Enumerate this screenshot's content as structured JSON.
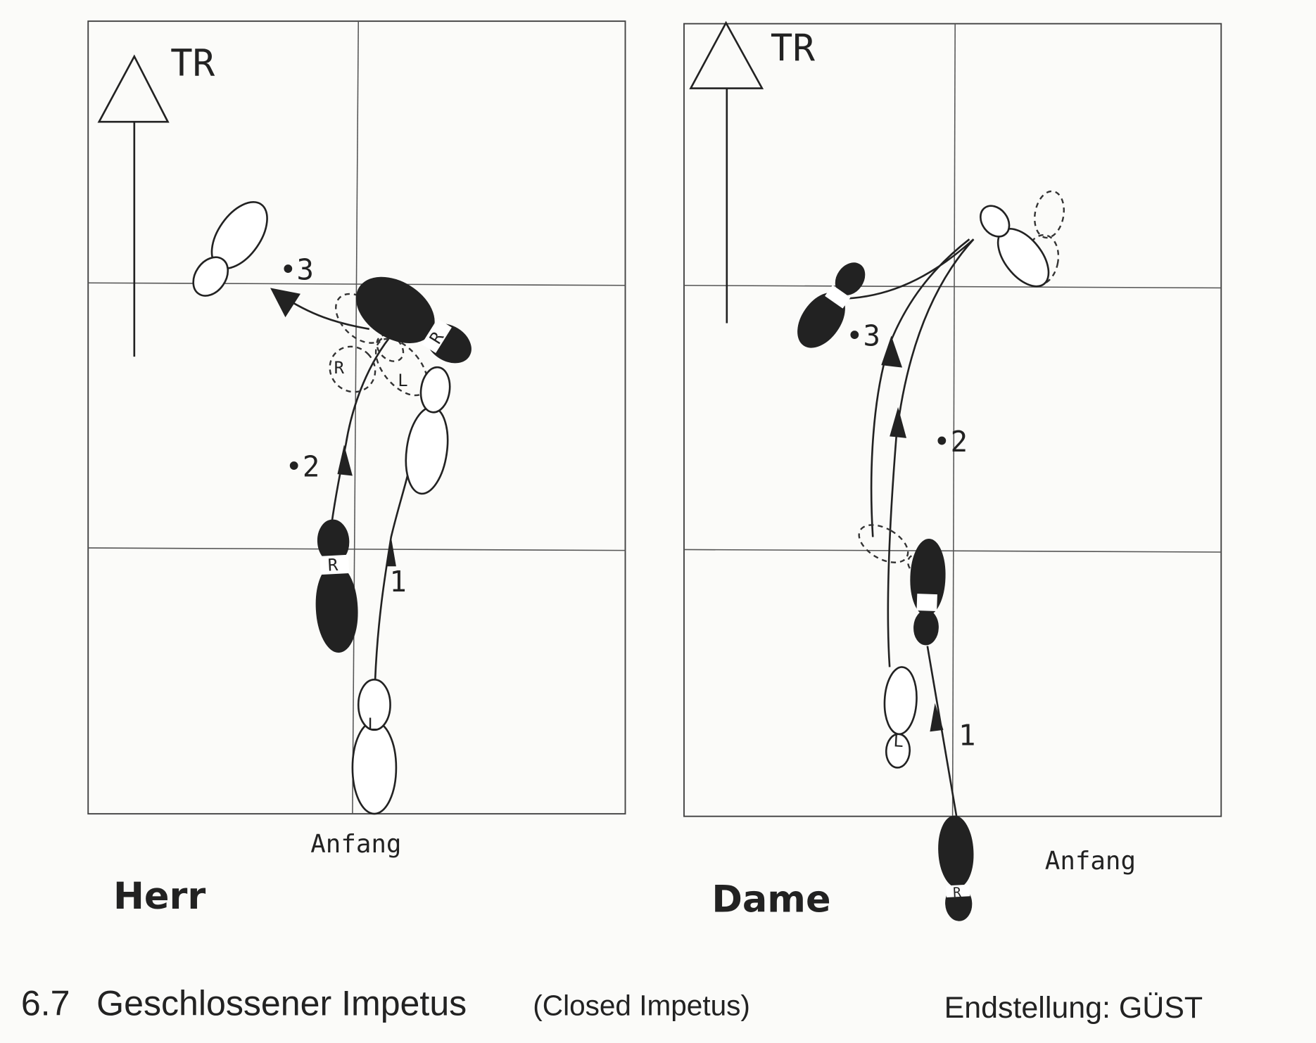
{
  "figure": {
    "caption_number": "6.7",
    "caption_title": "Geschlossener Impetus",
    "caption_subtitle": "(Closed Impetus)",
    "end_position": "Endstellung: GÜST"
  },
  "panels": [
    {
      "name": "Herr",
      "direction_label": "TR",
      "start_label": "Anfang",
      "steps": [
        "•3",
        "•2",
        "1"
      ],
      "foot_labels": [
        "L",
        "R",
        "R",
        "R",
        "L"
      ]
    },
    {
      "name": "Dame",
      "direction_label": "TR",
      "start_label": "Anfang",
      "steps": [
        "•3",
        "•2",
        "1"
      ],
      "foot_labels": [
        "L",
        "R"
      ]
    }
  ]
}
